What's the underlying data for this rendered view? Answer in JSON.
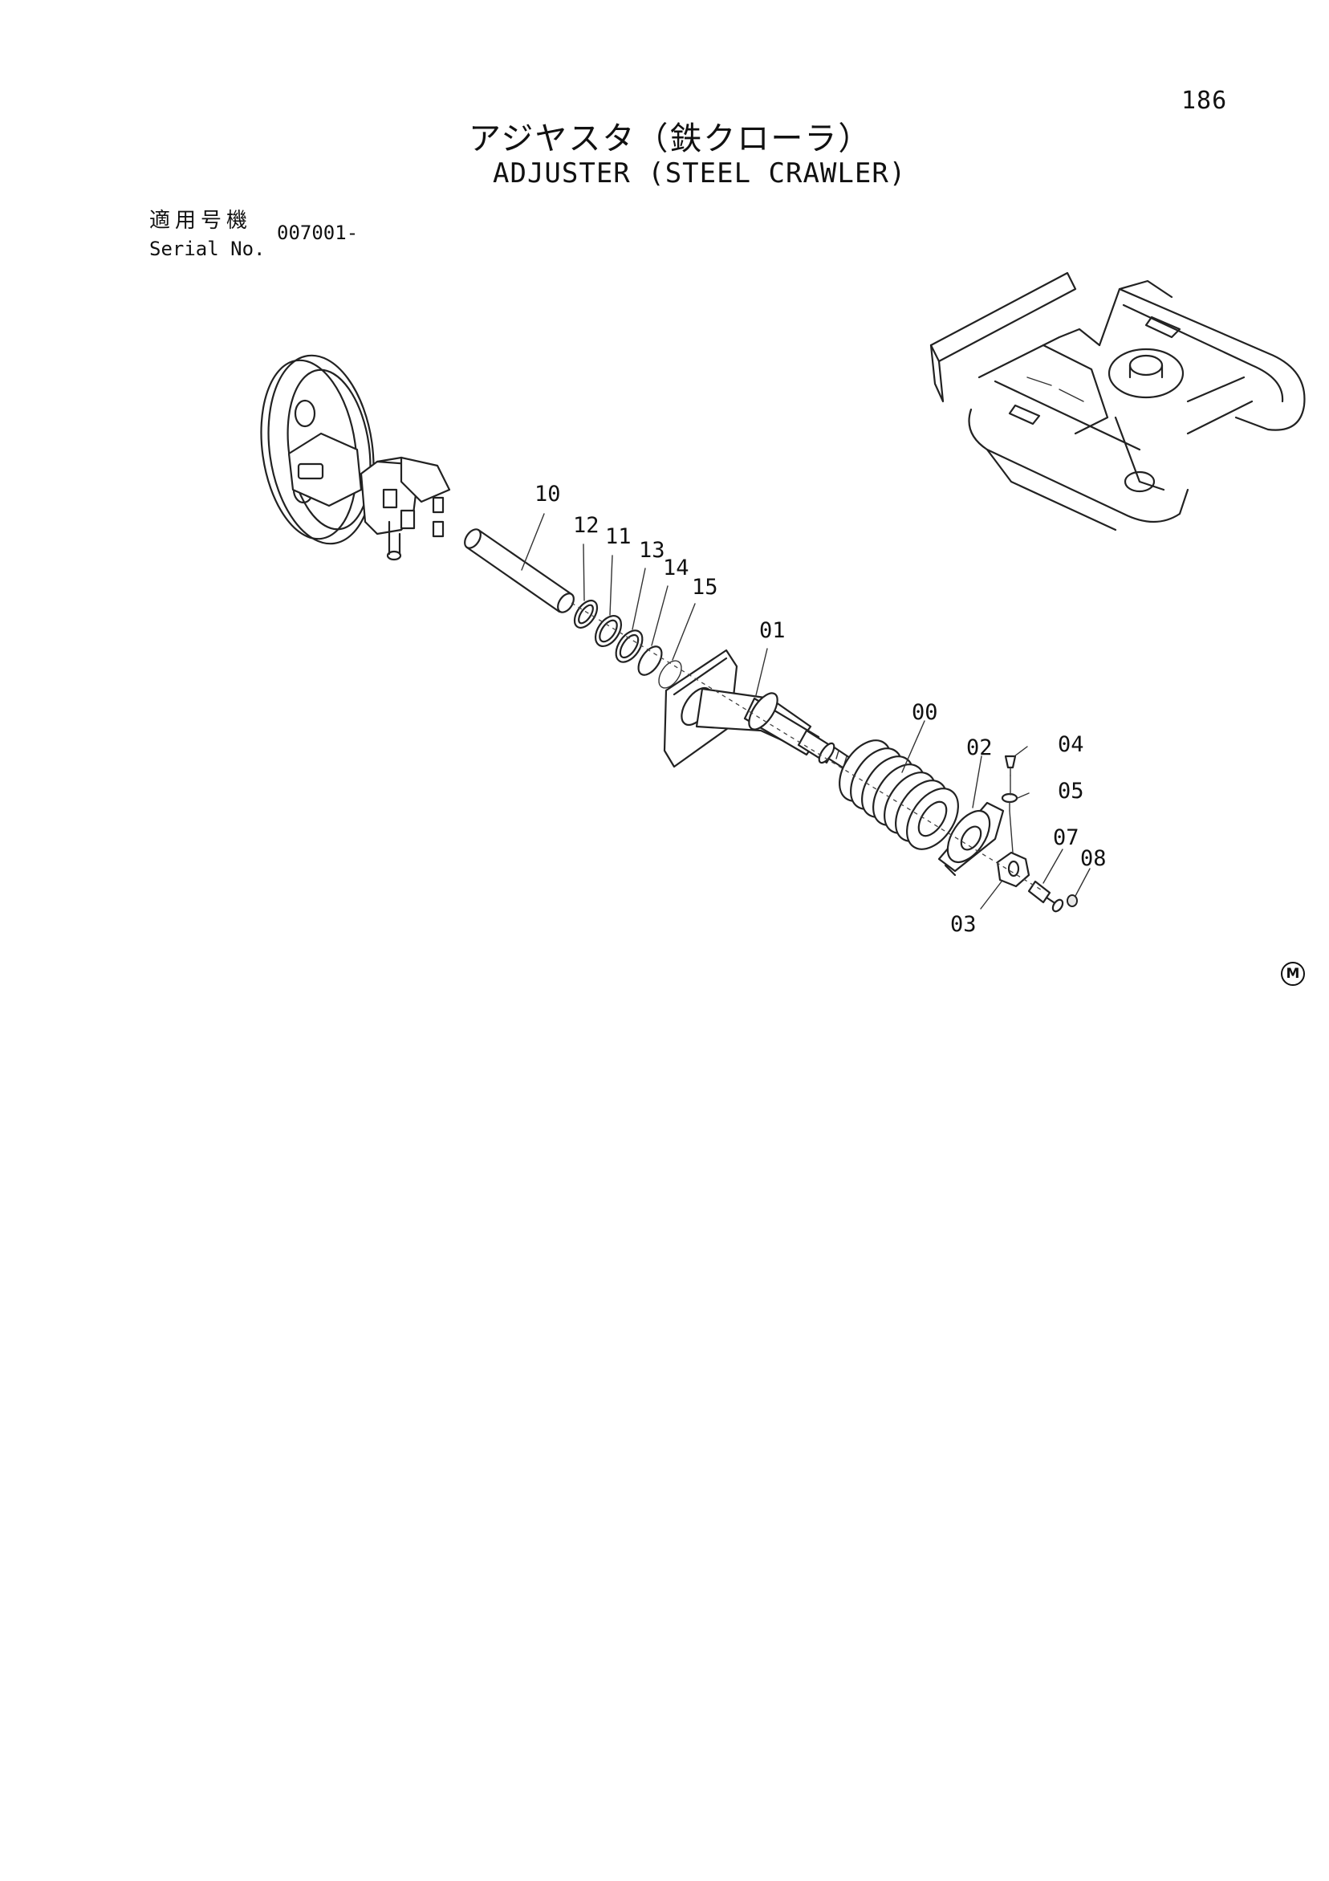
{
  "page_number": "186",
  "title_jp": "アジヤスタ（鉄クローラ）",
  "title_en": "ADJUSTER (STEEL CRAWLER)",
  "serial": {
    "label_jp": "適用号機",
    "label_en": "Serial No.",
    "value": "007001-"
  },
  "callouts": {
    "p10": "10",
    "p12": "12",
    "p11": "11",
    "p13": "13",
    "p14": "14",
    "p15": "15",
    "p01": "01",
    "p00": "00",
    "p02": "02",
    "p04": "04",
    "p05": "05",
    "p07": "07",
    "p08": "08",
    "p03": "03"
  },
  "marker": "M",
  "colors": {
    "line": "#222222",
    "background": "#ffffff"
  }
}
